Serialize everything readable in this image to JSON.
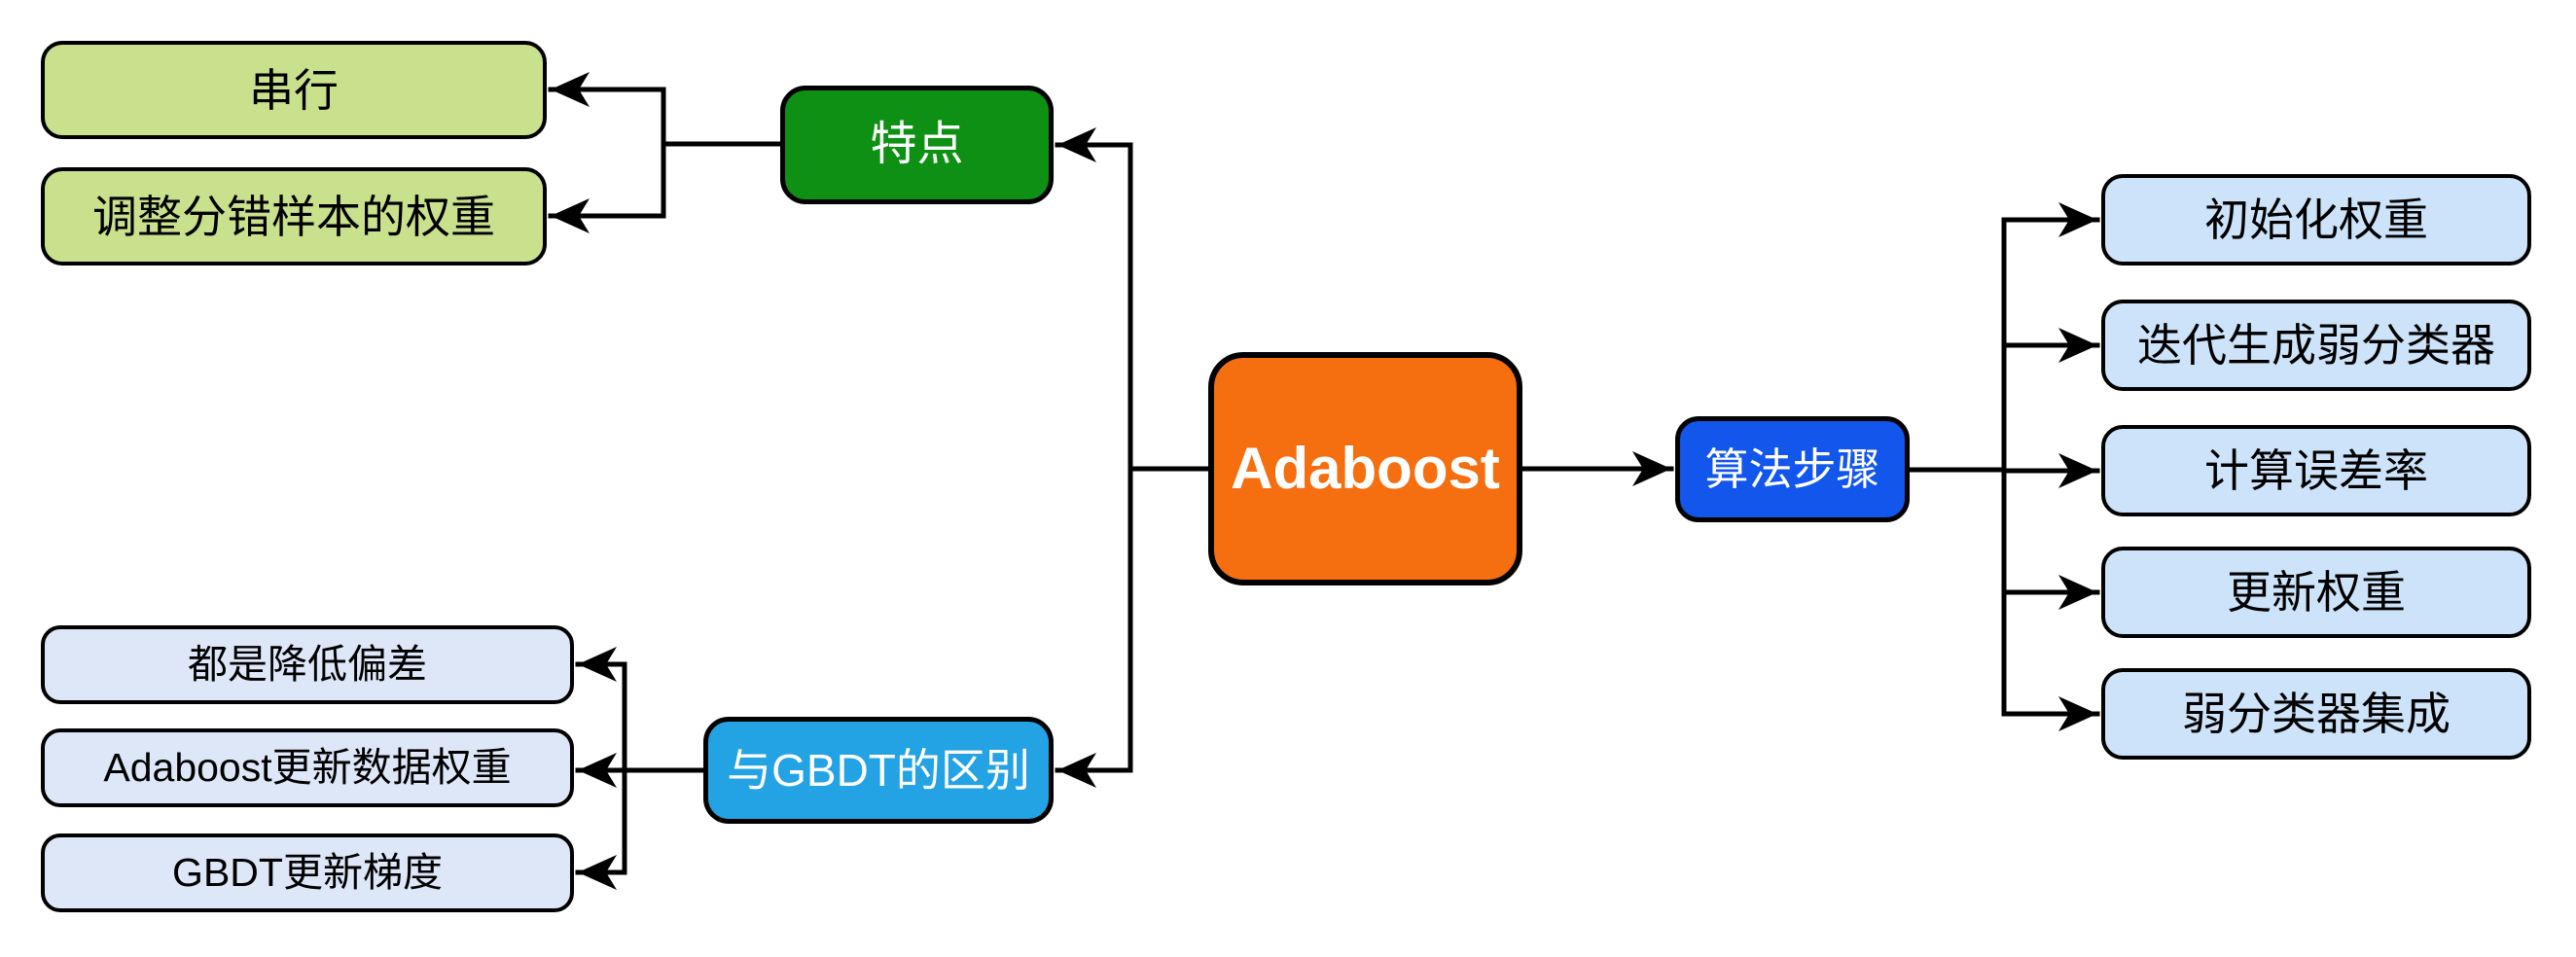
{
  "mindmap": {
    "root": {
      "label": "Adaboost",
      "color": "#F56E0F",
      "text_color": "#FFFFFF"
    },
    "features_branch": {
      "label": "特点",
      "color": "#0D9014",
      "text_color": "#FFFFFF",
      "children": [
        {
          "label": "串行",
          "color": "#C9E18C"
        },
        {
          "label": "调整分错样本的权重",
          "color": "#C9E18C"
        }
      ]
    },
    "gbdt_branch": {
      "label": "与GBDT的区别",
      "color": "#23A2E4",
      "text_color": "#FFFFFF",
      "children": [
        {
          "label": "都是降低偏差",
          "color": "#DDE7F8"
        },
        {
          "label": "Adaboost更新数据权重",
          "color": "#DDE7F8"
        },
        {
          "label": "GBDT更新梯度",
          "color": "#DDE7F8"
        }
      ]
    },
    "steps_branch": {
      "label": "算法步骤",
      "color": "#1256EB",
      "text_color": "#FFFFFF",
      "children": [
        {
          "label": "初始化权重",
          "color": "#CCE3FA"
        },
        {
          "label": "迭代生成弱分类器",
          "color": "#CCE3FA"
        },
        {
          "label": "计算误差率",
          "color": "#CCE3FA"
        },
        {
          "label": "更新权重",
          "color": "#CCE3FA"
        },
        {
          "label": "弱分类器集成",
          "color": "#CCE3FA"
        }
      ]
    },
    "connector_color": "#000000",
    "background_color": "#FFFFFF"
  }
}
